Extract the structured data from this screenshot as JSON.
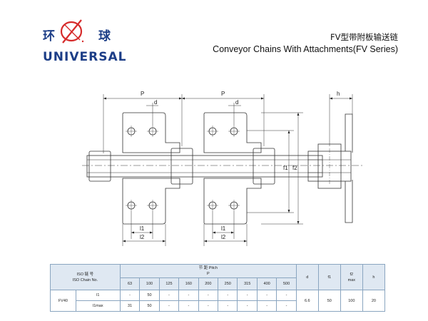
{
  "brand": {
    "name_zh_1": "环",
    "name_zh_2": "球",
    "name_en": "UNIVERSAL",
    "colors": {
      "primary": "#1d3e87",
      "accent": "#d62b2b"
    }
  },
  "header": {
    "title_zh": "FV型带附板输送链",
    "title_en": "Conveyor Chains With Attachments(FV Series)"
  },
  "drawing": {
    "labels": {
      "p1": "P",
      "p2": "P",
      "d": "d",
      "h": "h",
      "f1": "f1",
      "f2": "f2",
      "l1": "l1",
      "l2": "l2"
    }
  },
  "table": {
    "iso_label_zh": "ISO 链 号",
    "iso_label_en": "ISO Chain No.",
    "pitch_label_zh": "节 距  Pitch",
    "pitch_label_en": "P",
    "col_d": "d",
    "col_f1": "f1",
    "col_f2": "f2",
    "col_f2_sub": "max",
    "col_h": "h",
    "pitches": [
      "63",
      "100",
      "125",
      "160",
      "200",
      "250",
      "315",
      "400",
      "500"
    ],
    "rows": [
      {
        "chain": "FV40",
        "param_1": "l1",
        "param_2": "l1max",
        "values_1": [
          "-",
          "50",
          "-",
          "-",
          "-",
          "-",
          "-",
          "-",
          "-"
        ],
        "values_2": [
          "31",
          "50",
          "-",
          "-",
          "-",
          "-",
          "-",
          "-",
          "-"
        ],
        "d": "6.6",
        "f1": "50",
        "f2": "100",
        "h": "20"
      }
    ]
  }
}
